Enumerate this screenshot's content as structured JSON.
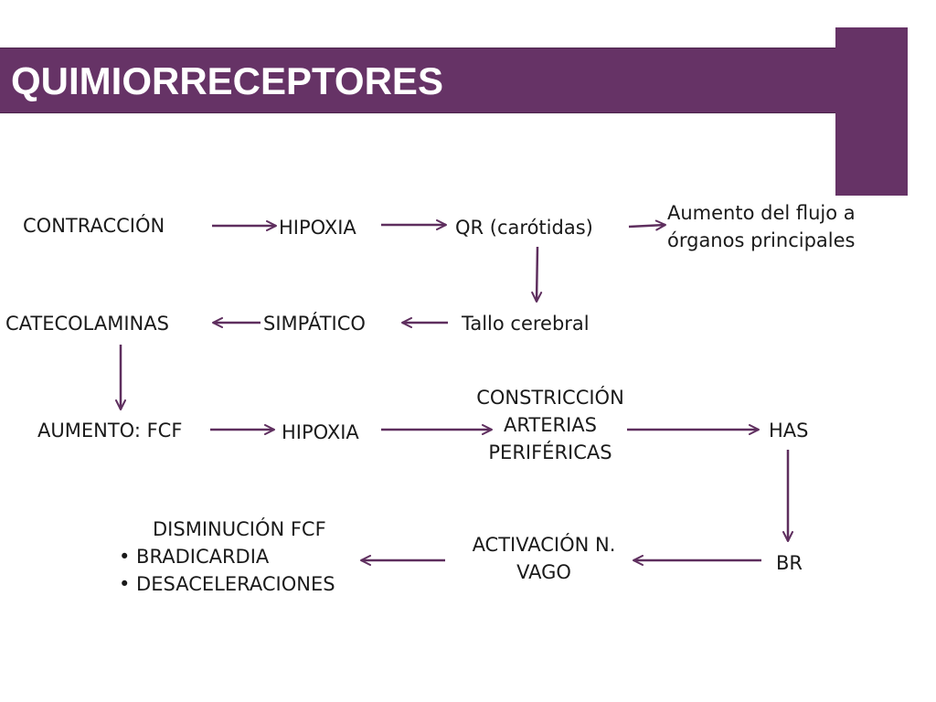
{
  "title": "QUIMIORRECEPTORES",
  "colors": {
    "accent": "#663366",
    "arrow": "#5e2e5e",
    "text": "#1a1a1a"
  },
  "nodes": {
    "contraccion": "CONTRACCIÓN",
    "hipoxia_1": "HIPOXIA",
    "qr_carotidas": "QR (carótidas)",
    "aumento_flujo_l1": "Aumento del flujo a",
    "aumento_flujo_l2": "órganos principales",
    "tallo_cerebral": "Tallo cerebral",
    "simpatico": "SIMPÁTICO",
    "catecolaminas": "CATECOLAMINAS",
    "aumento_fcf": "AUMENTO: FCF",
    "hipoxia_2": "HIPOXIA",
    "constriccion_l1": "CONSTRICCIÓN",
    "constriccion_l2": "ARTERIAS",
    "constriccion_l3": "PERIFÉRICAS",
    "has": "HAS",
    "br": "BR",
    "activacion_l1": "ACTIVACIÓN N.",
    "activacion_l2": "VAGO",
    "disminucion_title": "DISMINUCIÓN FCF",
    "disminucion_items": [
      "• BRADICARDIA",
      "• DESACELERACIONES"
    ]
  }
}
